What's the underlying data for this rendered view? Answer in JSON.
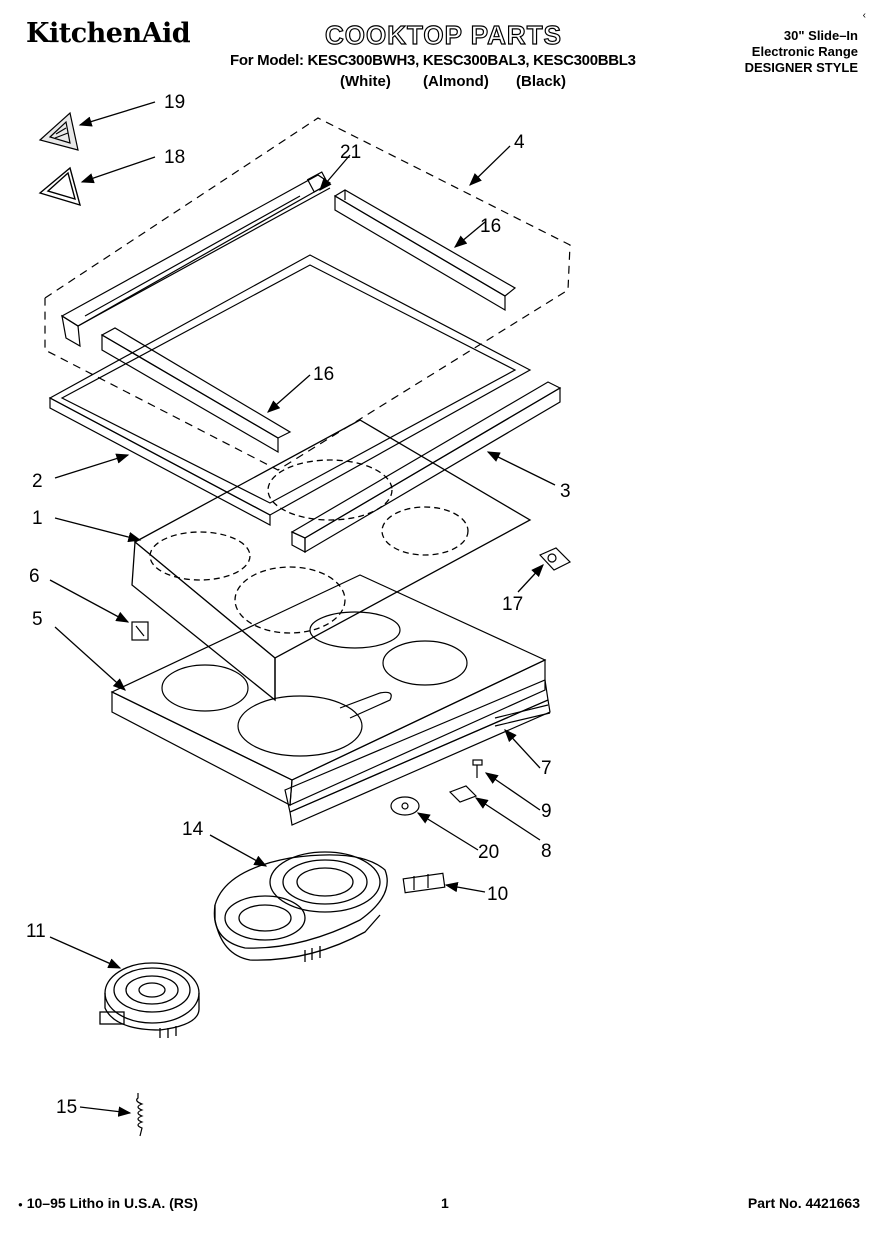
{
  "header": {
    "brand": "KitchenAid",
    "title": "COOKTOP PARTS",
    "models_line": "For Model: KESC300BWH3, KESC300BAL3, KESC300BBL3",
    "colors": [
      "(White)",
      "(Almond)",
      "(Black)"
    ],
    "product": [
      "30\" Slide–In",
      "Electronic Range",
      "DESIGNER STYLE"
    ]
  },
  "callouts": [
    "1",
    "2",
    "3",
    "4",
    "5",
    "6",
    "7",
    "8",
    "9",
    "10",
    "11",
    "14",
    "15",
    "16",
    "16",
    "17",
    "18",
    "19",
    "20",
    "21"
  ],
  "footer": {
    "litho": "10–95 Litho in U.S.A. (RS)",
    "page": "1",
    "part_no": "Part No. 4421663"
  }
}
